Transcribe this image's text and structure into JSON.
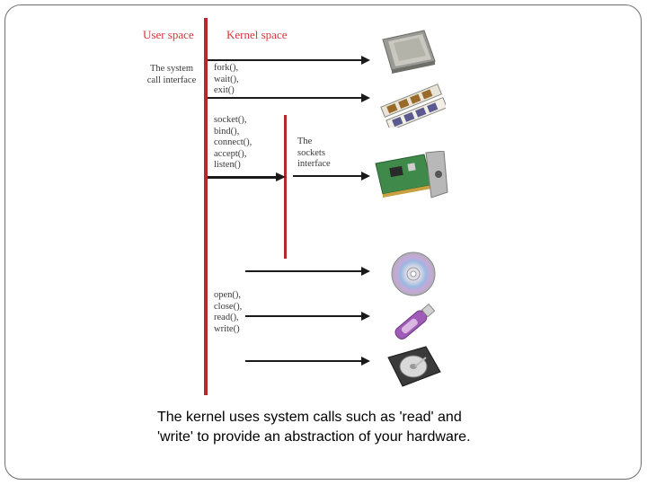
{
  "diagram": {
    "user_space_label": "User space",
    "kernel_space_label": "Kernel space",
    "syscall_interface_label": [
      "The system",
      "call interface"
    ],
    "process_calls": [
      "fork(),",
      "wait(),",
      "exit()"
    ],
    "socket_calls": [
      "socket(),",
      "bind(),",
      "connect(),",
      "accept(),",
      "listen()"
    ],
    "sockets_interface_label": [
      "The",
      "sockets",
      "interface"
    ],
    "file_calls": [
      "open(),",
      "close(),",
      "read(),",
      "write()"
    ],
    "hardware": [
      "cpu-chip",
      "memory-modules",
      "network-card",
      "cd-disc",
      "usb-drive",
      "hard-disk"
    ],
    "colors": {
      "kernel_line": "#b7282e",
      "header_text": "#d23a3a",
      "arrow": "#1a1a1a"
    }
  },
  "caption": {
    "text": "The kernel uses system calls such as 'read' and 'write' to provide an abstraction of your hardware."
  }
}
